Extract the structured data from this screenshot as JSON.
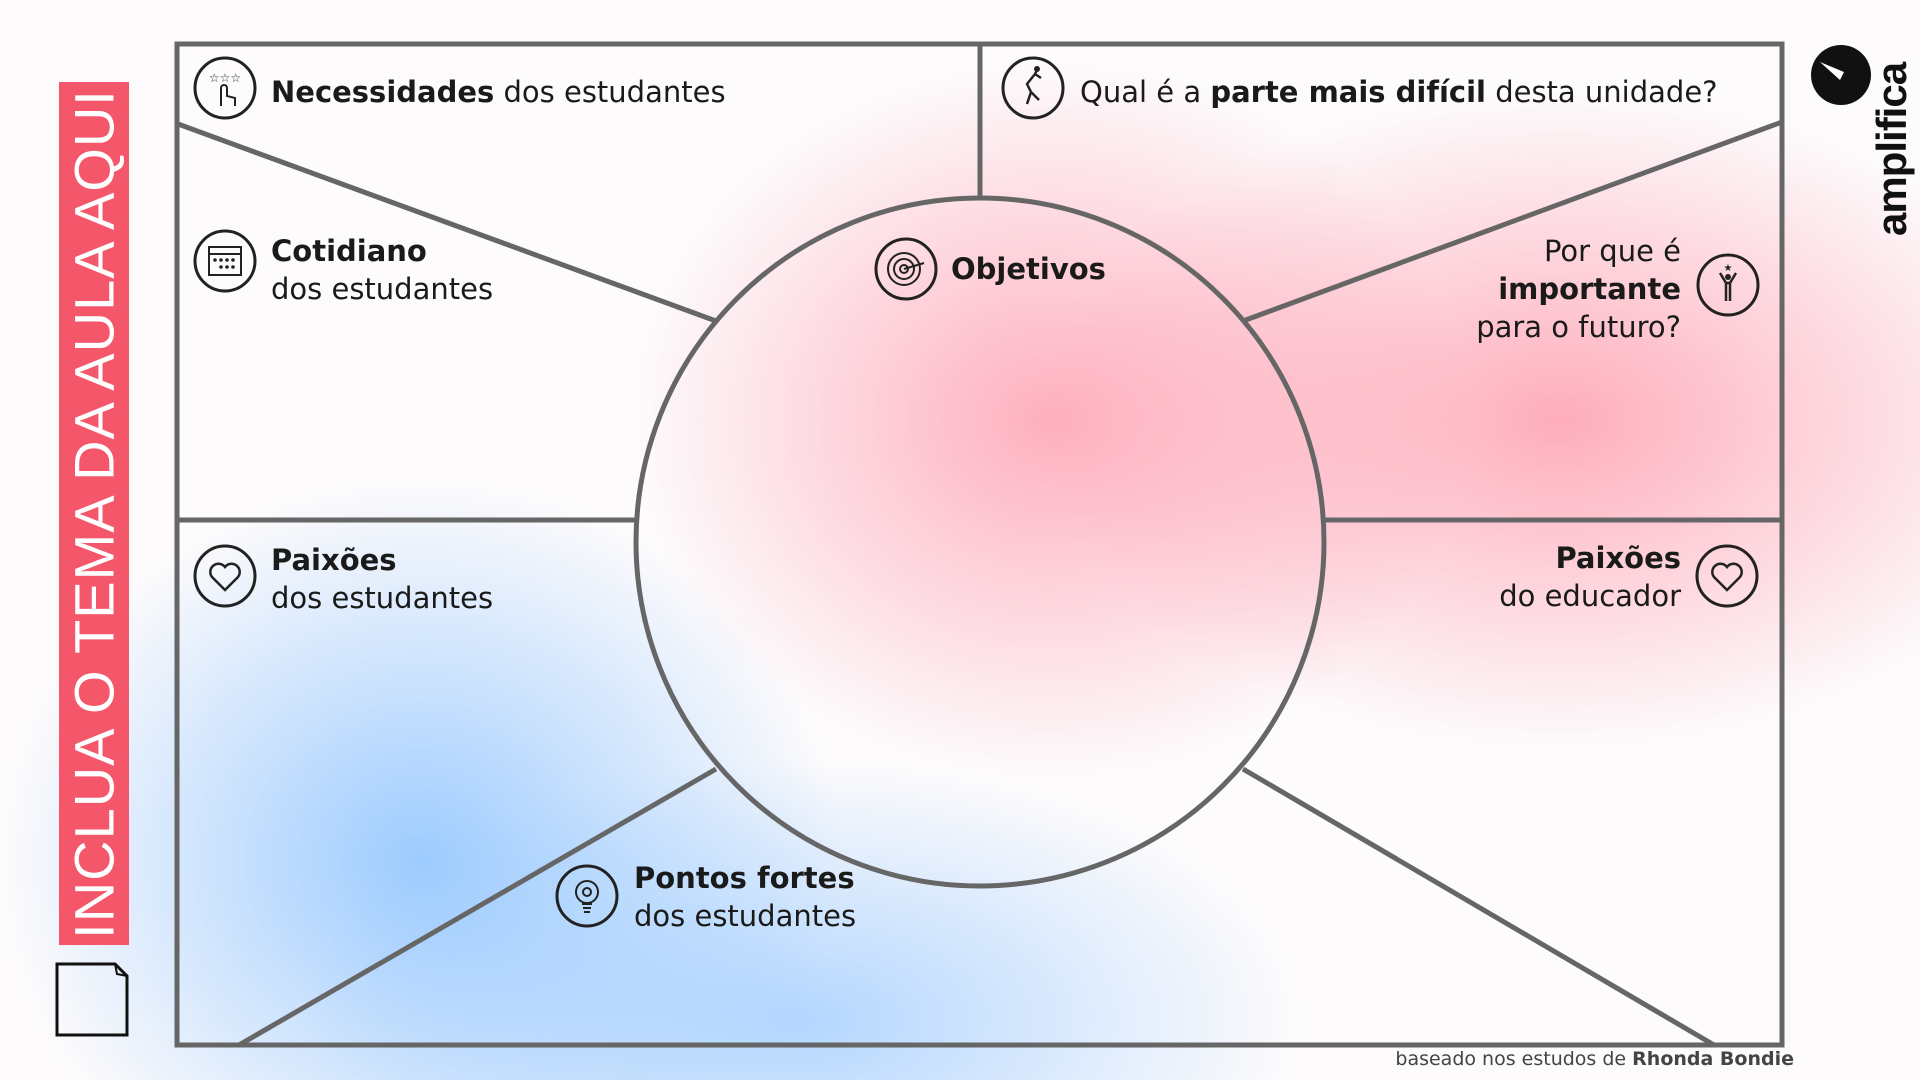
{
  "side_label": "INCLUA O TEMA DA AULA AQUI",
  "brand": "amplifica",
  "sections": {
    "needs": {
      "bold": "Necessidades",
      "rest": " dos estudantes"
    },
    "hardest": {
      "pre": "Qual é a ",
      "bold": "parte mais difícil",
      "post": " desta unidade?"
    },
    "daily": {
      "bold": "Cotidiano",
      "line2": "dos estudantes"
    },
    "goals": {
      "bold": "Objetivos"
    },
    "why": {
      "line1": "Por que é",
      "bold": "importante",
      "line3": "para o futuro?"
    },
    "student_passions": {
      "bold": "Paixões",
      "line2": "dos estudantes"
    },
    "teacher_passions": {
      "bold": "Paixões",
      "line2": "do educador"
    },
    "strengths": {
      "bold": "Pontos fortes",
      "line2": "dos estudantes"
    }
  },
  "footer": {
    "pre": "baseado nos estudos de ",
    "bold": "Rhonda Bondie"
  },
  "colors": {
    "accent": "#f4566a",
    "lines": "#666666"
  }
}
